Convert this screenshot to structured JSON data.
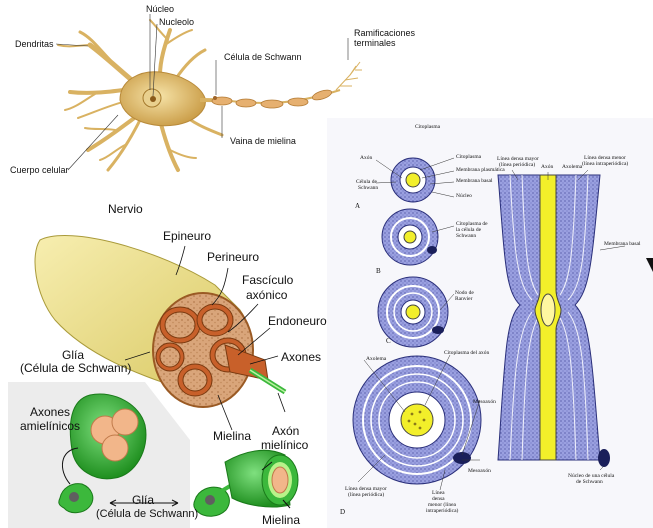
{
  "neuron": {
    "labels": {
      "nucleo": "Núcleo",
      "nucleolo": "Nucleolo",
      "dendritas": "Dendritas",
      "schwann": "Célula de Schwann",
      "ramificaciones_1": "Ramificaciones",
      "ramificaciones_2": "terminales",
      "vaina": "Vaina de mielina",
      "cuerpo": "Cuerpo celular"
    }
  },
  "nerve": {
    "title": "Nervio",
    "labels": {
      "epineuro": "Epineuro",
      "perineuro": "Perineuro",
      "fasciculo_1": "Fascículo",
      "fasciculo_2": "axónico",
      "endoneuro": "Endoneuro",
      "axones": "Axones",
      "glia_1": "Glía",
      "glia_2": "(Célula de Schwann)",
      "mielina": "Mielina",
      "axon_mielinico_1": "Axón",
      "axon_mielinico_2": "mielínico",
      "axones_amielinicos_1": "Axones",
      "axones_amielinicos_2": "amielínicos",
      "glia_bottom_1": "Glía",
      "glia_bottom_2": "(Célula de Schwann)",
      "mielina_bottom": "Mielina"
    }
  },
  "micrograph": {
    "labels": {
      "citoplasma": "Citoplasma",
      "axon": "Axón",
      "celula_schwann_1": "Célula de",
      "celula_schwann_2": "Schwann",
      "citoplasma2": "Citoplasma",
      "membrana_plasmatica": "Membrana plasmática",
      "membrana_basal": "Membrana basal",
      "nucleo": "Núcleo",
      "A": "A",
      "B": "B",
      "C": "C",
      "D": "D",
      "citoplasma_celula_1": "Citoplasma de",
      "citoplasma_celula_2": "la célula de",
      "citoplasma_celula_3": "Schwann",
      "nodo_1": "Nodo de",
      "nodo_2": "Ranvier",
      "axolema": "Axolema",
      "citoplasma_axon": "Citoplasma del axón",
      "mesoaxon_1": "Mesoaxón",
      "mesoaxon_2": "Mesoaxón",
      "linea_mayor_1": "Línea densa mayor",
      "linea_mayor_2": "(línea periódica)",
      "linea_menor_1": "Línea",
      "linea_menor_2": "densa",
      "linea_menor_3": "menor (línea",
      "linea_menor_4": "intraperiódica)",
      "r_linea_mayor_1": "Línea densa mayor",
      "r_linea_mayor_2": "(línea periódica)",
      "r_axon": "Axón",
      "r_axolema": "Axolema",
      "r_linea_menor_1": "Línea densa menor",
      "r_linea_menor_2": "(línea intraperiódica)",
      "r_membrana_basal": "Membrana basal",
      "r_nucleo_1": "Núcleo de una célula",
      "r_nucleo_2": "de Schwann"
    }
  },
  "colors": {
    "neuron_fill": "#e8c87a",
    "epineuro": "#efe29a",
    "fascicle": "#c8602a",
    "glia_green": "#3cb83c",
    "axon_yellow": "#f2ef2a",
    "myelin_blue": "#8a8fd6"
  }
}
